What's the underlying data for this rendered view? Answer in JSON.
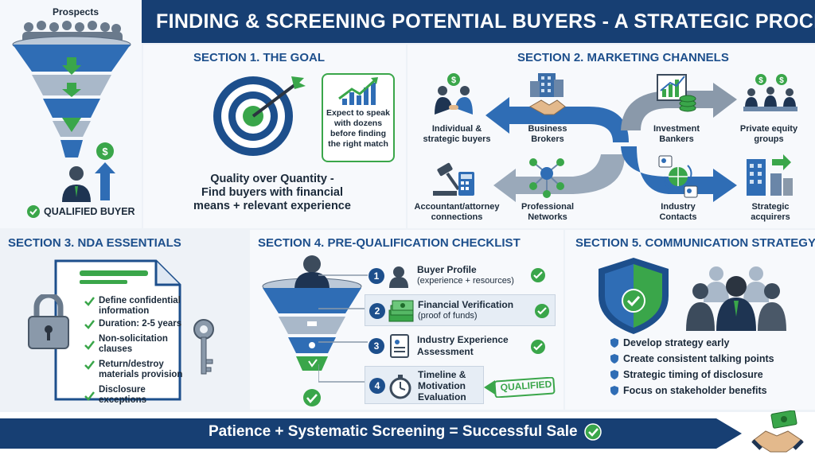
{
  "header": {
    "title": "FINDING & SCREENING POTENTIAL BUYERS - A STRATEGIC PROCESS"
  },
  "funnel": {
    "top_label": "Prospects",
    "bottom_label": "QUALIFIED BUYER"
  },
  "section1": {
    "title": "SECTION 1. THE GOAL",
    "note": "Expect to speak with dozens before finding the right match",
    "quality_line1": "Quality over Quantity -",
    "quality_line2": "Find buyers with financial",
    "quality_line3": "means + relevant experience"
  },
  "section2": {
    "title": "SECTION 2. MARKETING CHANNELS",
    "channels": [
      {
        "label_1": "Individual &",
        "label_2": "strategic buyers",
        "icon": "handshake-people-icon"
      },
      {
        "label_1": "Business",
        "label_2": "Brokers",
        "icon": "buildings-handshake-icon"
      },
      {
        "label_1": "Investment",
        "label_2": "Bankers",
        "icon": "chart-coins-icon"
      },
      {
        "label_1": "Private equity",
        "label_2": "groups",
        "icon": "investor-group-icon"
      },
      {
        "label_1": "Accountant/attorney",
        "label_2": "connections",
        "icon": "gavel-calculator-icon"
      },
      {
        "label_1": "Professional",
        "label_2": "Networks",
        "icon": "network-icon"
      },
      {
        "label_1": "Industry",
        "label_2": "Contacts",
        "icon": "globe-contacts-icon"
      },
      {
        "label_1": "Strategic",
        "label_2": "acquirers",
        "icon": "office-buildings-icon"
      }
    ]
  },
  "section3": {
    "title": "SECTION 3. NDA ESSENTIALS",
    "items": [
      "Define confidential information",
      "Duration: 2-5 years",
      "Non-solicitation clauses",
      "Return/destroy materials provision",
      "Disclosure exceptions"
    ]
  },
  "section4": {
    "title": "SECTION 4. PRE-QUALIFICATION CHECKLIST",
    "steps": [
      {
        "num": "1",
        "title": "Buyer Profile",
        "sub": "(experience + resources)"
      },
      {
        "num": "2",
        "title": "Financial Verification",
        "sub": "(proof of funds)"
      },
      {
        "num": "3",
        "title": "Industry Experience",
        "sub": "Assessment"
      },
      {
        "num": "4",
        "title": "Timeline &",
        "sub": "Motivation",
        "sub2": "Evaluation"
      }
    ],
    "stamp": "QUALIFIED"
  },
  "section5": {
    "title": "SECTION 5. COMMUNICATION STRATEGY",
    "items": [
      "Develop strategy early",
      "Create consistent talking points",
      "Strategic timing of disclosure",
      "Focus on stakeholder benefits"
    ]
  },
  "footer": {
    "text": "Patience + Systematic Screening = Successful Sale"
  },
  "colors": {
    "navy": "#173f73",
    "blue": "#1d4f8c",
    "green": "#3aa64a"
  }
}
